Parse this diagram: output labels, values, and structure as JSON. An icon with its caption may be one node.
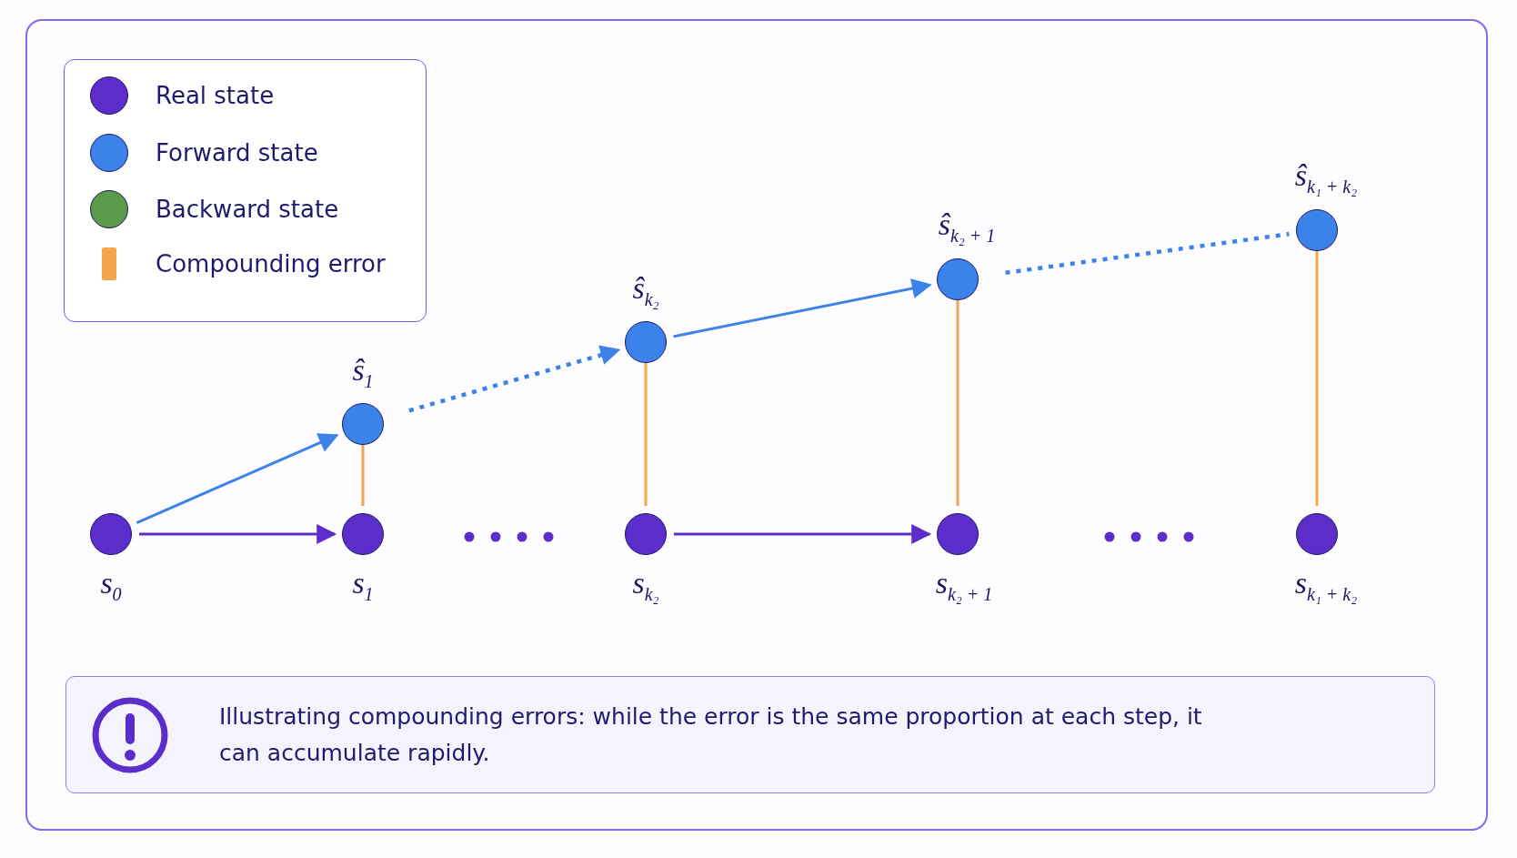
{
  "diagram": {
    "nodes": [
      {
        "text": [
          "s$_{0}$"
        ]
      },
      {
        "text": [
          "ŝ$_{1}$"
        ]
      },
      {
        "text": [
          "s$_{1}$"
        ]
      },
      {
        "text": [
          "ŝ$_{k₂}$"
        ]
      },
      {
        "text": [
          "s$_{k₂}$"
        ]
      },
      {
        "text": [
          "ŝ$_{k₂ + 1}$"
        ]
      },
      {
        "text": [
          "s$_{k₂ + 1}$"
        ]
      },
      {
        "text": [
          "ŝ$_{k₁ + k₂}$"
        ]
      },
      {
        "text": [
          "s$_{k₁ + k₂}$"
        ]
      },
      {
        "text": [
          "Illustrating compounding errors:  while the error is the same proportion at each step, it can accumulate rapidly."
        ]
      }
    ],
    "edges": [
      {
        "from": 0,
        "to": 1,
        "arrow": "to",
        "color": "#3b82ea"
      },
      {
        "from": 0,
        "to": 2,
        "arrow": "to",
        "color": "#5b2ecc"
      },
      {
        "from": 1,
        "to": 3,
        "arrow": "to",
        "style": "dashed",
        "color": "#3b82ea"
      },
      {
        "from": 3,
        "to": 5,
        "arrow": "to",
        "color": "#3b82ea"
      },
      {
        "from": 4,
        "to": 6,
        "arrow": "to",
        "color": "#5b2ecc"
      },
      {
        "from": 5,
        "to": 7,
        "arrow": "none",
        "style": "dashed",
        "color": "#3b82ea"
      },
      {
        "from": 2,
        "to": 1,
        "arrow": "none",
        "color": "#f5a54a"
      },
      {
        "from": 4,
        "to": 3,
        "arrow": "none",
        "color": "#f5a54a"
      },
      {
        "from": 6,
        "to": 5,
        "arrow": "none",
        "color": "#f5a54a"
      },
      {
        "from": 8,
        "to": 7,
        "arrow": "none",
        "color": "#f5a54a"
      }
    ],
    "legend": [
      {
        "text": "Real state",
        "color": "#5b2ecc"
      },
      {
        "text": "Forward state",
        "color": "#3b82ea"
      },
      {
        "text": "Backward state",
        "color": "#5a9a48"
      },
      {
        "text": "Compounding error",
        "color": "#f5a54a"
      }
    ]
  }
}
